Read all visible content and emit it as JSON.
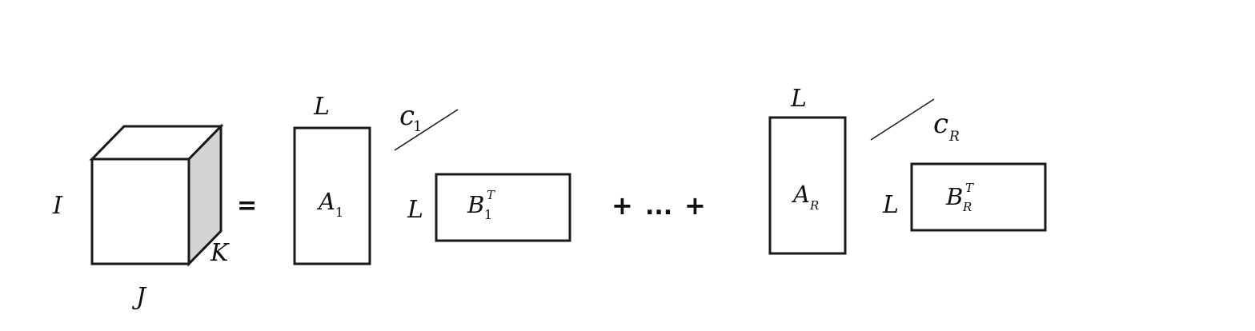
{
  "tensor": {
    "label_i": "I",
    "label_j": "J",
    "label_k": "K",
    "side_face_color": "#d4d4d4"
  },
  "equals": "=",
  "term1": {
    "a_label": "A",
    "a_sub": "1",
    "a_top_label": "L",
    "c_label": "c",
    "c_sub": "1",
    "b_label": "B",
    "b_sup": "T",
    "b_sub": "1",
    "b_left_label": "L"
  },
  "plus_left": "+",
  "ellipsis": "...",
  "plus_right": "+",
  "term2": {
    "a_label": "A",
    "a_sub": "R",
    "a_top_label": "L",
    "c_label": "c",
    "c_sub": "R",
    "b_label": "B",
    "b_sup": "T",
    "b_sub": "R",
    "b_left_label": "L"
  },
  "colors": {
    "stroke": "#1a1a1a",
    "background": "#ffffff"
  }
}
